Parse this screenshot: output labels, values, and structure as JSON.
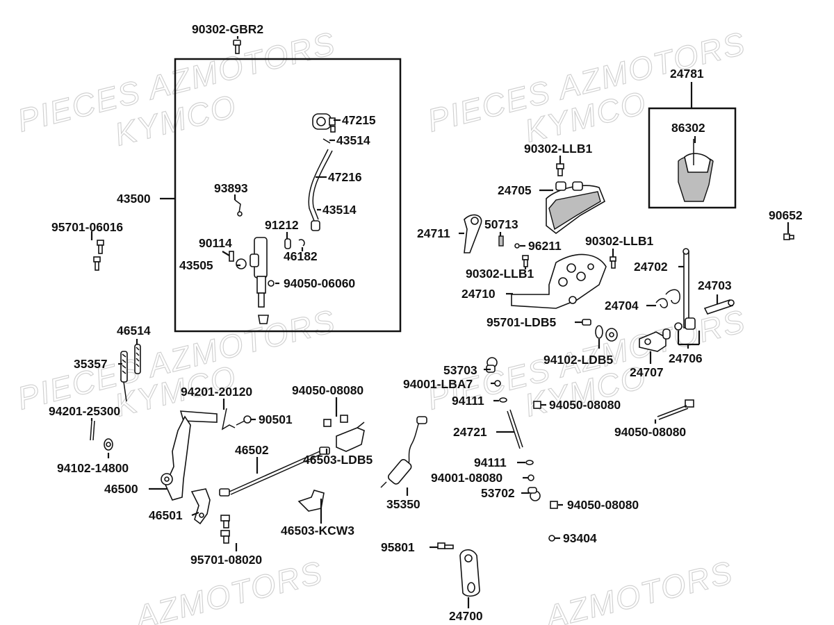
{
  "watermarks": {
    "brand_a": "PIECES AZMOTORS",
    "brand_b": "KYMCO",
    "brand_c": "AZMOTORS"
  },
  "labels": {
    "p90302_gbr2": "90302-GBR2",
    "p47215": "47215",
    "p43514_a": "43514",
    "p47216": "47216",
    "p43514_b": "43514",
    "p93893": "93893",
    "p43500": "43500",
    "p91212": "91212",
    "p90114": "90114",
    "p46182": "46182",
    "p43505": "43505",
    "p94050_06060": "94050-06060",
    "p95701_06016": "95701-06016",
    "p24781": "24781",
    "p86302": "86302",
    "p90302_llb1_a": "90302-LLB1",
    "p24705": "24705",
    "p90652": "90652",
    "p24711": "24711",
    "p50713": "50713",
    "p96211": "96211",
    "p90302_llb1_b": "90302-LLB1",
    "p90302_llb1_c": "90302-LLB1",
    "p24702": "24702",
    "p24710": "24710",
    "p24703": "24703",
    "p24704": "24704",
    "p95701_ldb5": "95701-LDB5",
    "p94102_ldb5": "94102-LDB5",
    "p24706": "24706",
    "p24707": "24707",
    "p46514": "46514",
    "p35357": "35357",
    "p53703": "53703",
    "p94001_lba7": "94001-LBA7",
    "p94201_20120": "94201-20120",
    "p94050_08080_a": "94050-08080",
    "p94111_a": "94111",
    "p94050_08080_b": "94050-08080",
    "p94201_25300": "94201-25300",
    "p90501": "90501",
    "p94050_08080_c": "94050-08080",
    "p24721": "24721",
    "p46502": "46502",
    "p46503_ldb5": "46503-LDB5",
    "p94102_14800": "94102-14800",
    "p94111_b": "94111",
    "p94001_08080": "94001-08080",
    "p46500": "46500",
    "p53702": "53702",
    "p35350": "35350",
    "p94050_08080_d": "94050-08080",
    "p46501": "46501",
    "p46503_kcw3": "46503-KCW3",
    "p93404": "93404",
    "p95801": "95801",
    "p95701_08020": "95701-08020",
    "p24700": "24700"
  }
}
